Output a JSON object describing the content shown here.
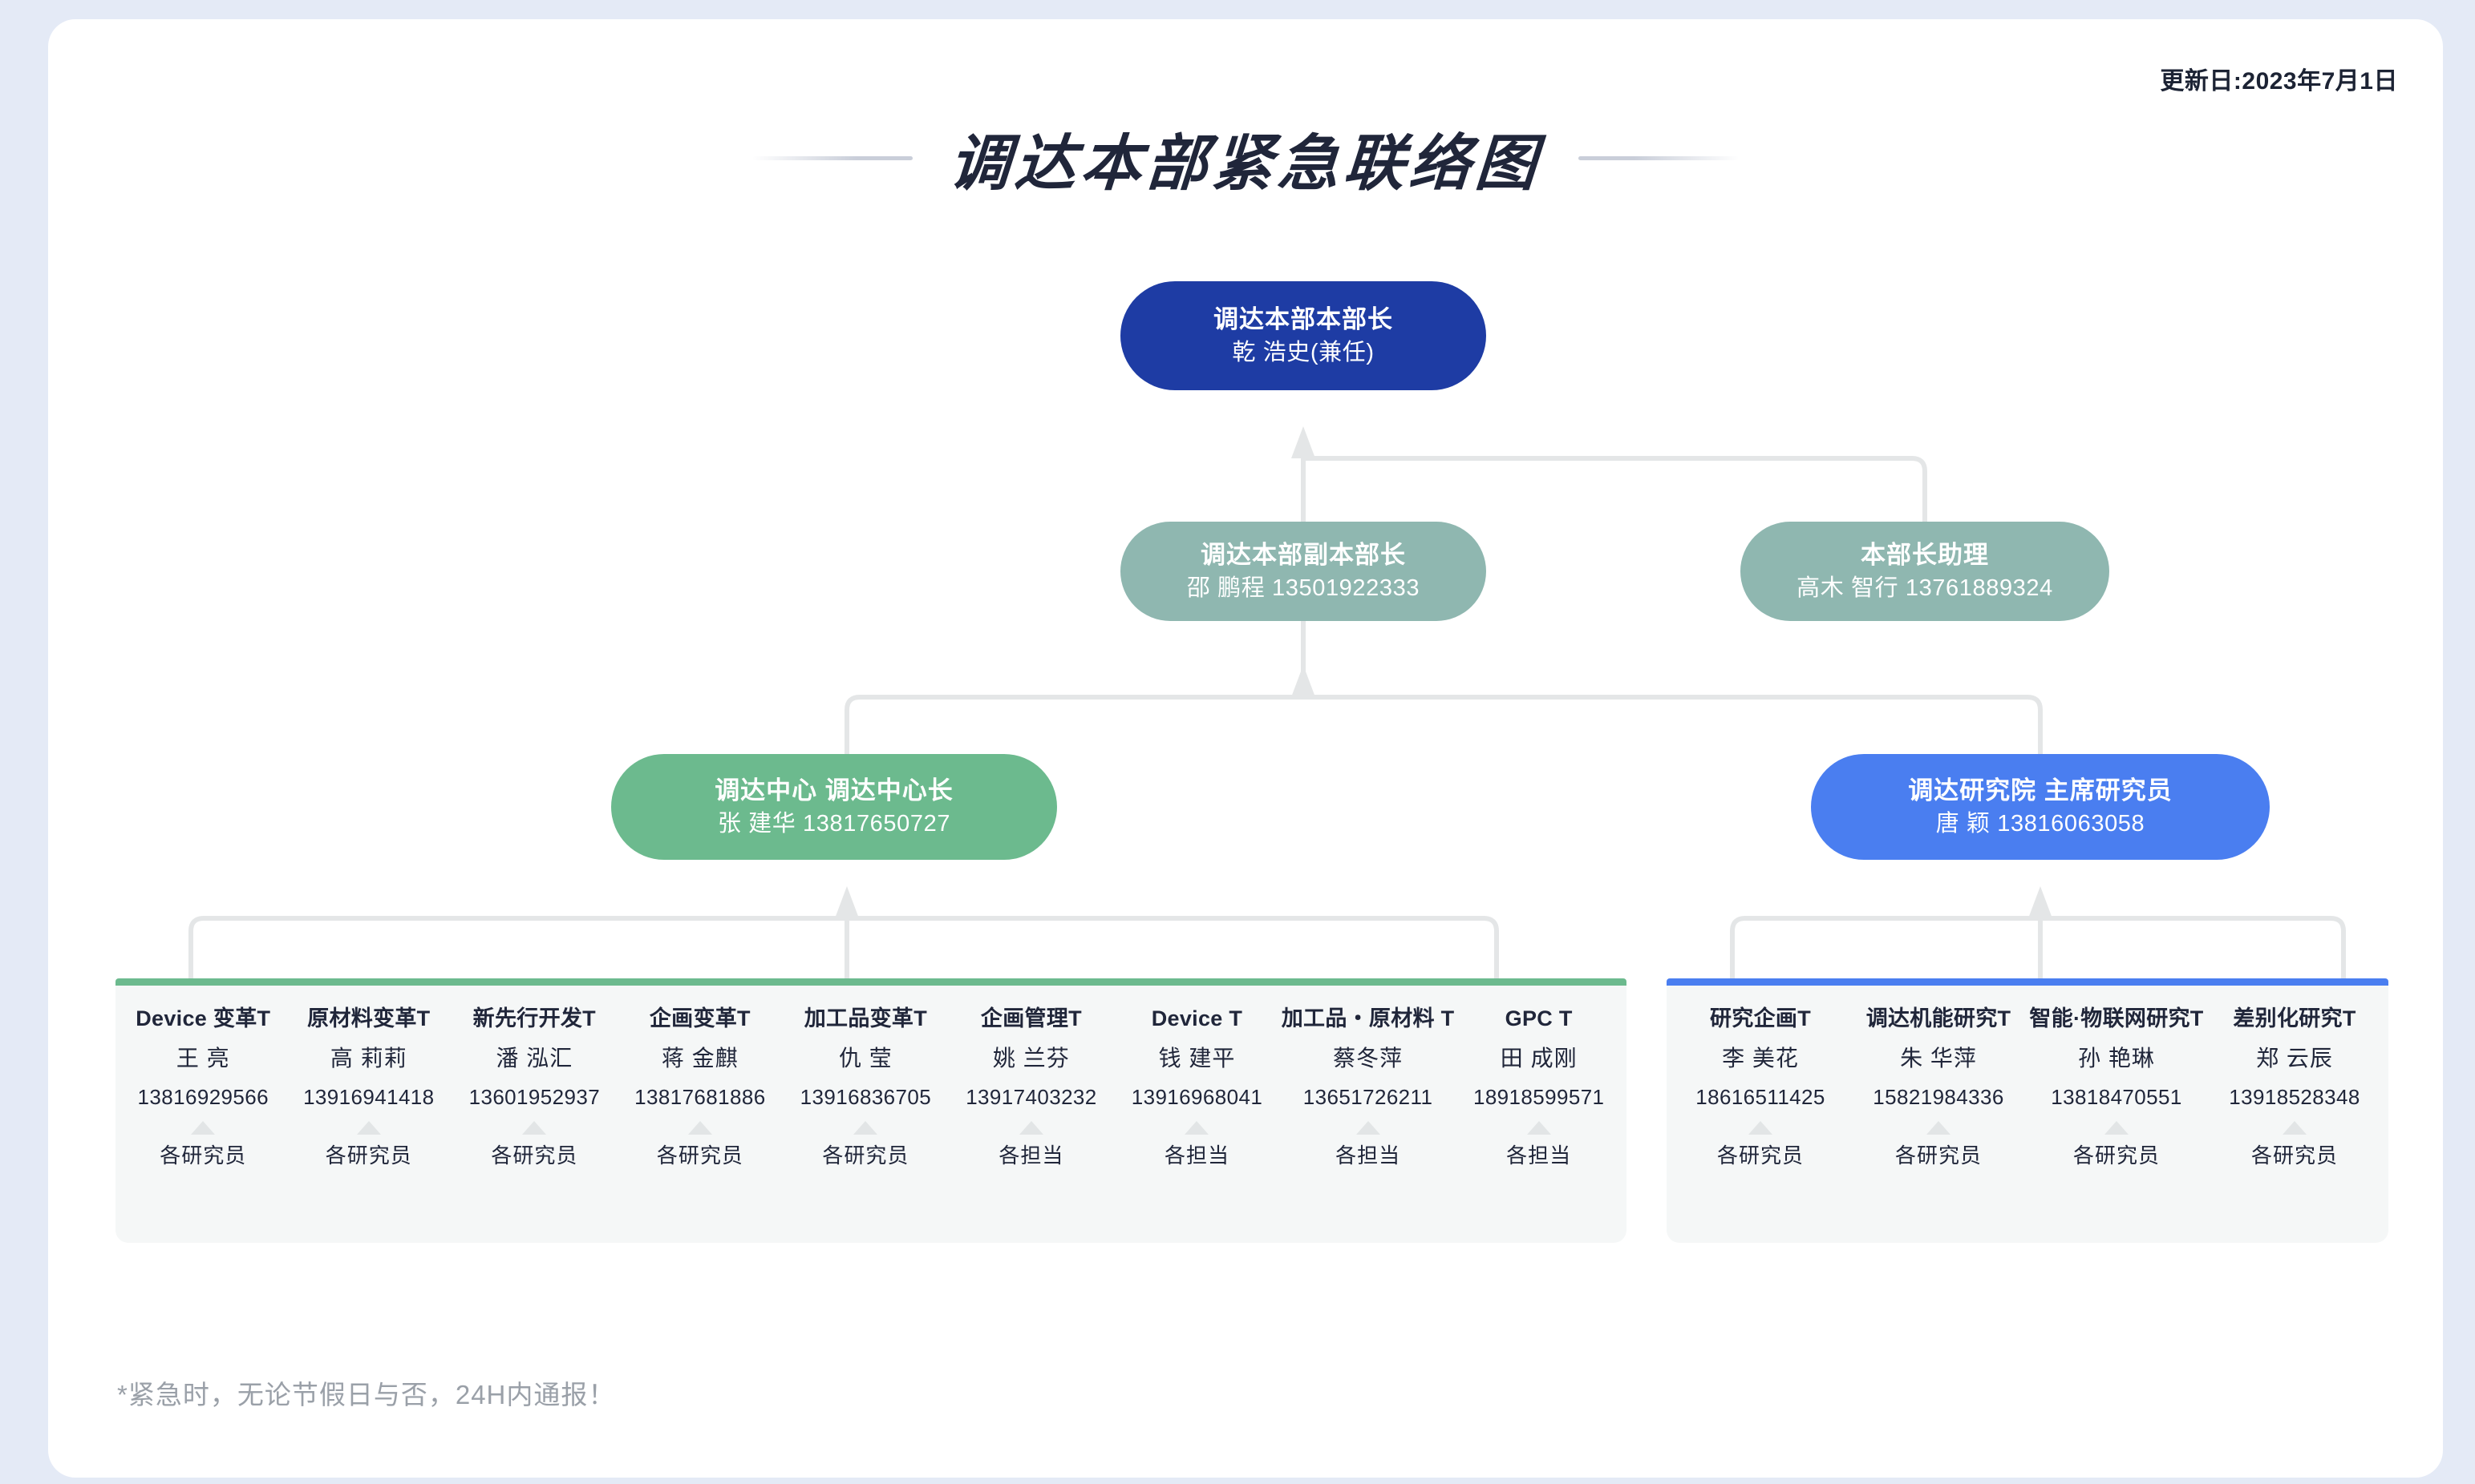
{
  "header": {
    "update_date": "更新日:2023年7月1日",
    "title": "调达本部紧急联络图"
  },
  "nodes": {
    "top": {
      "title": "调达本部本部长",
      "sub": "乾 浩史(兼任)",
      "color": "#1e3ca4"
    },
    "vice": {
      "title": "调达本部副本部长",
      "sub": "邵 鹏程 13501922333",
      "color": "#8fb7b0"
    },
    "assist": {
      "title": "本部长助理",
      "sub": "高木 智行 13761889324",
      "color": "#8fb7b0"
    },
    "center": {
      "title": "调达中心 调达中心长",
      "sub": "张 建华 13817650727",
      "color": "#6cba8e"
    },
    "inst": {
      "title": "调达研究院 主席研究员",
      "sub": "唐 颖 13816063058",
      "color": "#4a7ef0"
    }
  },
  "panel_left": {
    "accent": "#6cba8e",
    "columns": [
      {
        "title": "Device 变革T",
        "name": "王 亮",
        "phone": "13816929566",
        "role": "各研究员"
      },
      {
        "title": "原材料变革T",
        "name": "高 莉莉",
        "phone": "13916941418",
        "role": "各研究员"
      },
      {
        "title": "新先行开发T",
        "name": "潘 泓汇",
        "phone": "13601952937",
        "role": "各研究员"
      },
      {
        "title": "企画变革T",
        "name": "蒋 金麒",
        "phone": "13817681886",
        "role": "各研究员"
      },
      {
        "title": "加工品变革T",
        "name": "仇 莹",
        "phone": "13916836705",
        "role": "各研究员"
      },
      {
        "title": "企画管理T",
        "name": "姚 兰芬",
        "phone": "13917403232",
        "role": "各担当"
      },
      {
        "title": "Device T",
        "name": "钱 建平",
        "phone": "13916968041",
        "role": "各担当"
      },
      {
        "title": "加工品・原材料 T",
        "name": "蔡冬萍",
        "phone": "13651726211",
        "role": "各担当"
      },
      {
        "title": "GPC T",
        "name": "田 成刚",
        "phone": "18918599571",
        "role": "各担当"
      }
    ]
  },
  "panel_right": {
    "accent": "#4a7ef0",
    "columns": [
      {
        "title": "研究企画T",
        "name": "李 美花",
        "phone": "18616511425",
        "role": "各研究员"
      },
      {
        "title": "调达机能研究T",
        "name": "朱 华萍",
        "phone": "15821984336",
        "role": "各研究员"
      },
      {
        "title": "智能·物联网研究T",
        "name": "孙 艳琳",
        "phone": "13818470551",
        "role": "各研究员"
      },
      {
        "title": "差别化研究T",
        "name": "郑 云辰",
        "phone": "13918528348",
        "role": "各研究员"
      }
    ]
  },
  "footer": {
    "note": "*紧急时，无论节假日与否，24H内通报！"
  }
}
